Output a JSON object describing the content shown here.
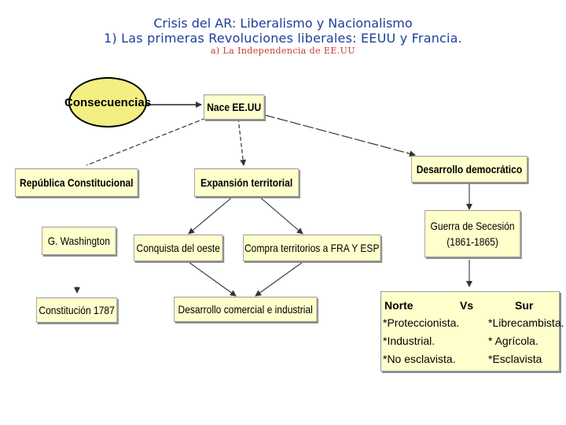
{
  "header": {
    "line1": "Crisis del AR: Liberalismo y Nacionalismo",
    "line2": "1) Las primeras Revoluciones liberales: EEUU y Francia.",
    "line3": "a) La Independencia de EE.UU"
  },
  "nodes": {
    "consecuencias": "Consecuencias",
    "nace": "Nace EE.UU",
    "republica": "República Constitucional",
    "expansion": "Expansión territorial",
    "desarrollo_democratico": "Desarrollo democrático",
    "washington": "G. Washington",
    "conquista": "Conquista del oeste",
    "compra": "Compra territorios a FRA Y ESP",
    "guerra_line1": "Guerra de Secesión",
    "guerra_line2": "(1861-1865)",
    "constitucion": "Constitución 1787",
    "desarrollo_comercial": "Desarrollo comercial e industrial"
  },
  "comparison": {
    "left_header": "Norte",
    "vs": "Vs",
    "right_header": "Sur",
    "left_items": [
      "*Proteccionista.",
      "*Industrial.",
      "*No esclavista."
    ],
    "right_items": [
      "*Librecambista.",
      "* Agrícola.",
      "*Esclavista"
    ]
  }
}
